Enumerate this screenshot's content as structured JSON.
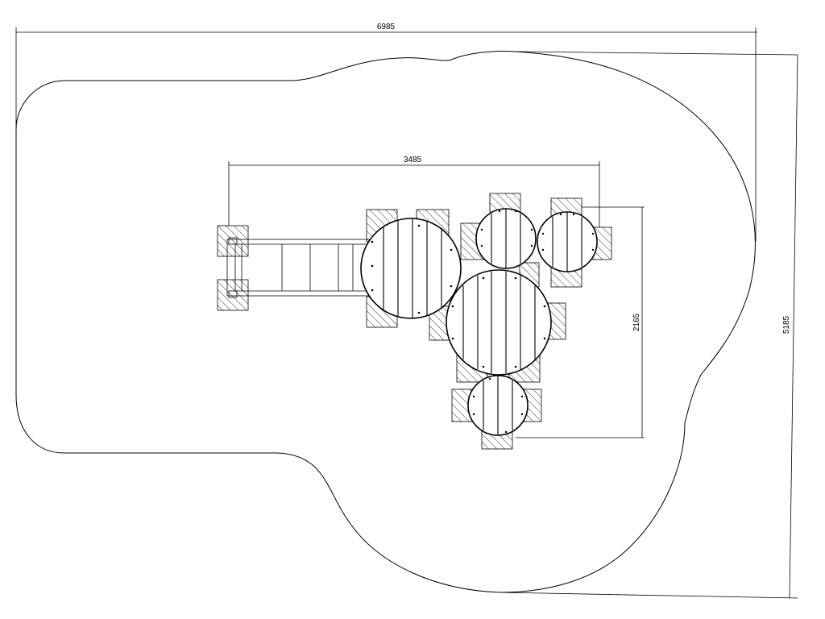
{
  "drawing": {
    "dimensions": {
      "overall_width": "6985",
      "overall_height": "5185",
      "equipment_width": "3485",
      "equipment_height": "2165"
    }
  }
}
